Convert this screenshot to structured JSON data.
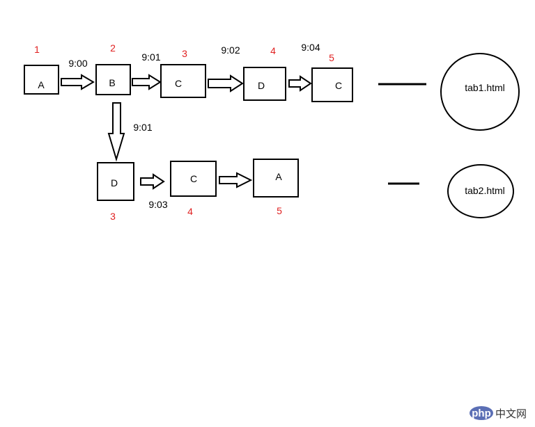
{
  "row1": {
    "nodes": [
      {
        "label": "A",
        "step": "1"
      },
      {
        "label": "B",
        "step": "2"
      },
      {
        "label": "C",
        "step": "3"
      },
      {
        "label": "D",
        "step": "4"
      },
      {
        "label": "C",
        "step": "5"
      }
    ],
    "times": [
      "9:00",
      "9:01",
      "9:02",
      "9:04"
    ],
    "tab": "tab1.html"
  },
  "branch_time": "9:01",
  "row2": {
    "nodes": [
      {
        "label": "D",
        "step": "3"
      },
      {
        "label": "C",
        "step": "4"
      },
      {
        "label": "A",
        "step": "5"
      }
    ],
    "times": [
      "9:03"
    ],
    "tab": "tab2.html"
  },
  "watermark": {
    "brand": "php",
    "site": "中文网"
  },
  "colors": {
    "step_number": "#e02020",
    "stroke": "#000000",
    "watermark_badge": "#5b6fb5"
  }
}
